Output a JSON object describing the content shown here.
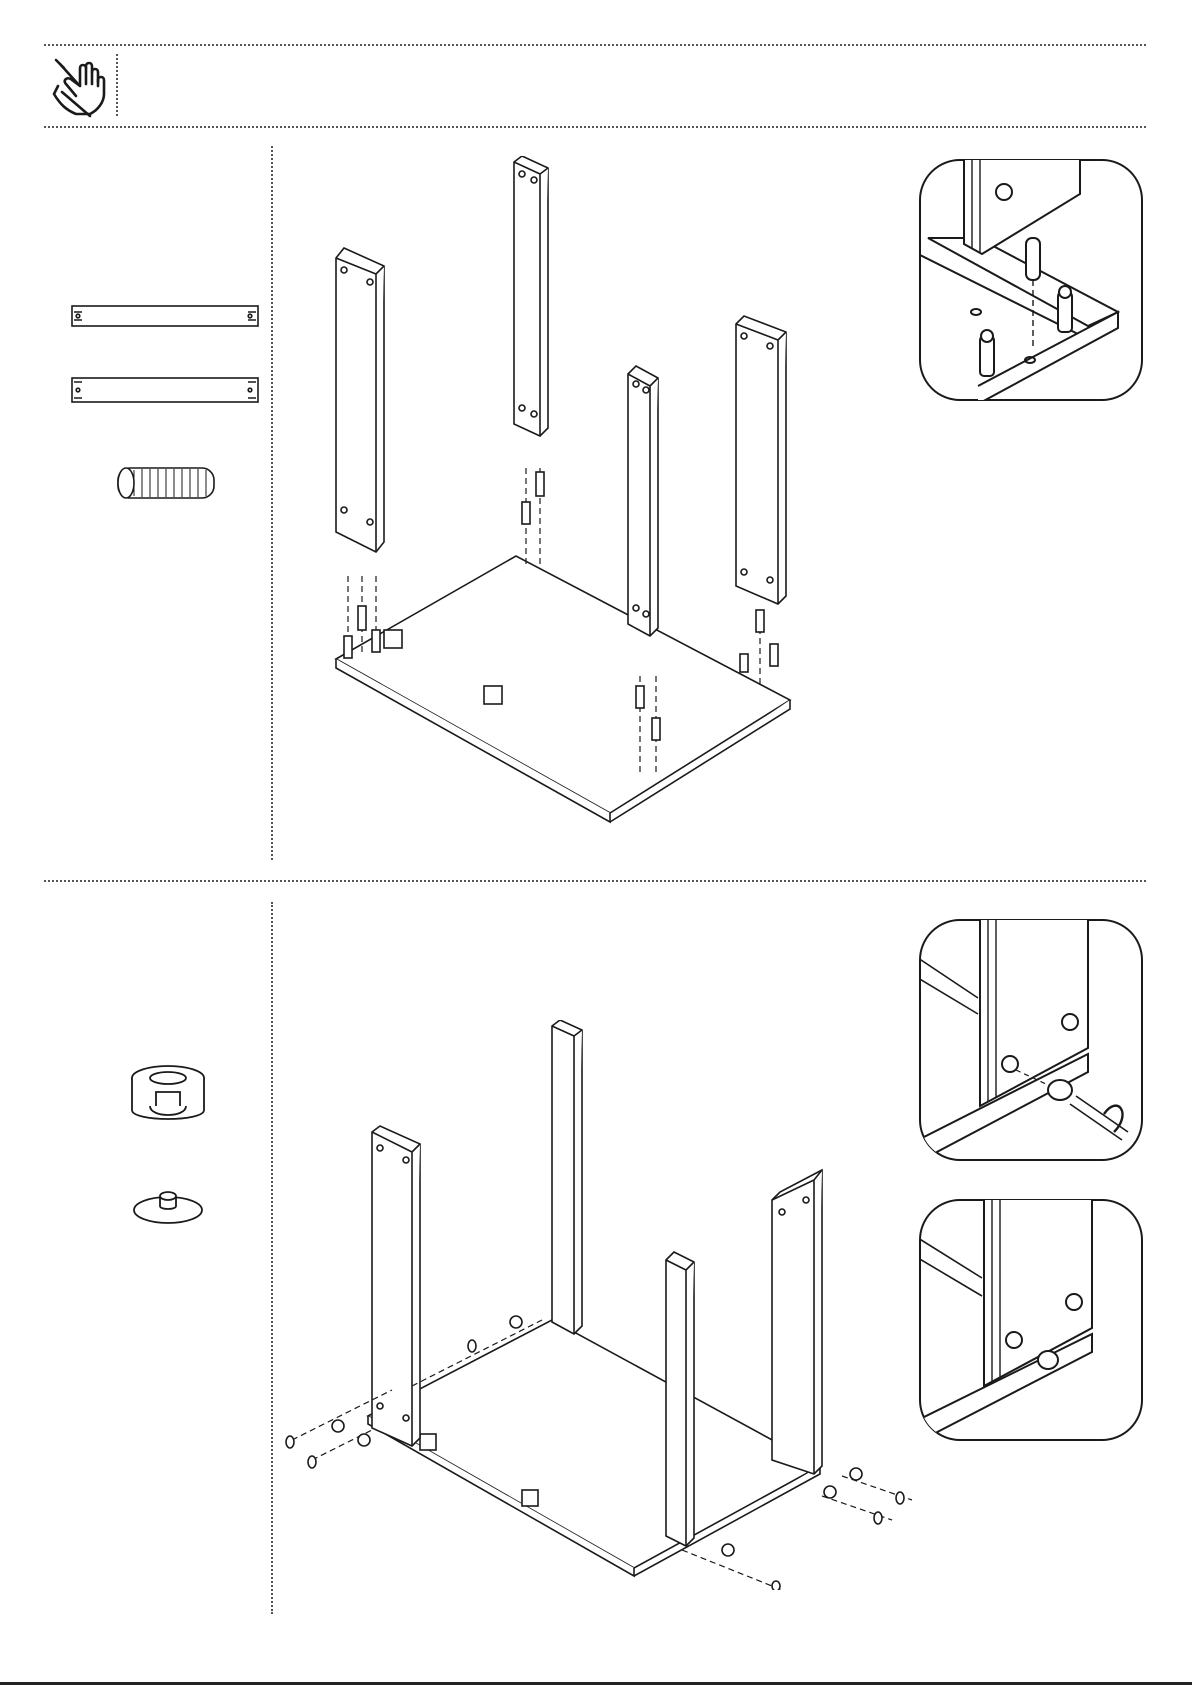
{
  "document": {
    "type": "assembly-instructions",
    "header_icon": "hand-tool-icon",
    "steps": [
      {
        "parts_panel": [
          "short-rail",
          "long-rail",
          "wooden-dowel"
        ],
        "main_view": "four-uprights-onto-base-with-dowels",
        "detail_views": [
          "dowel-insertion-detail"
        ]
      },
      {
        "parts_panel": [
          "cam-lock-fitting",
          "cam-cover-cap"
        ],
        "main_view": "cam-locks-and-caps-attached",
        "detail_views": [
          "cam-lock-tighten-detail",
          "cam-cap-placed-detail"
        ]
      }
    ],
    "colors": {
      "line": "#1a1a1a",
      "fill": "#ffffff",
      "dots": "#555555"
    }
  }
}
